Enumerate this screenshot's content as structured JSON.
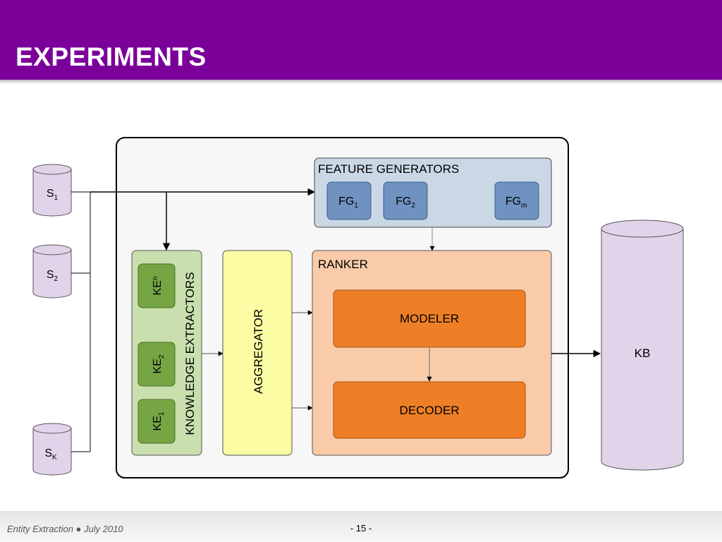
{
  "slide": {
    "title": "EXPERIMENTS",
    "footer_text": "Entity Extraction ● July 2010",
    "page_number": "- 15 -"
  },
  "diagram": {
    "sources": [
      {
        "base": "S",
        "sub": "1"
      },
      {
        "base": "S",
        "sub": "2"
      },
      {
        "base": "S",
        "sub": "K"
      }
    ],
    "feature_generators": {
      "label": "FEATURE GENERATORS",
      "items": [
        {
          "base": "FG",
          "sub": "1"
        },
        {
          "base": "FG",
          "sub": "2"
        },
        {
          "base": "FG",
          "sub": "m"
        }
      ]
    },
    "knowledge_extractors": {
      "label": "KNOWLEDGE EXTRACTORS",
      "items": [
        {
          "base": "KE",
          "sub": "n"
        },
        {
          "base": "KE",
          "sub": "2"
        },
        {
          "base": "KE",
          "sub": "1"
        }
      ]
    },
    "aggregator": {
      "label": "AGGREGATOR"
    },
    "ranker": {
      "label": "RANKER",
      "modeler": "MODELER",
      "decoder": "DECODER"
    },
    "kb": {
      "label": "KB"
    },
    "colors": {
      "header": "#7b0099",
      "cylinder": "#e1d3ea",
      "fg_panel": "#cad8e6",
      "fg_item": "#6f92c0",
      "ke_panel": "#c9dfae",
      "ke_item": "#76a544",
      "aggregator": "#fbfca4",
      "ranker": "#f9cba9",
      "ranker_item": "#ee7f26"
    }
  }
}
